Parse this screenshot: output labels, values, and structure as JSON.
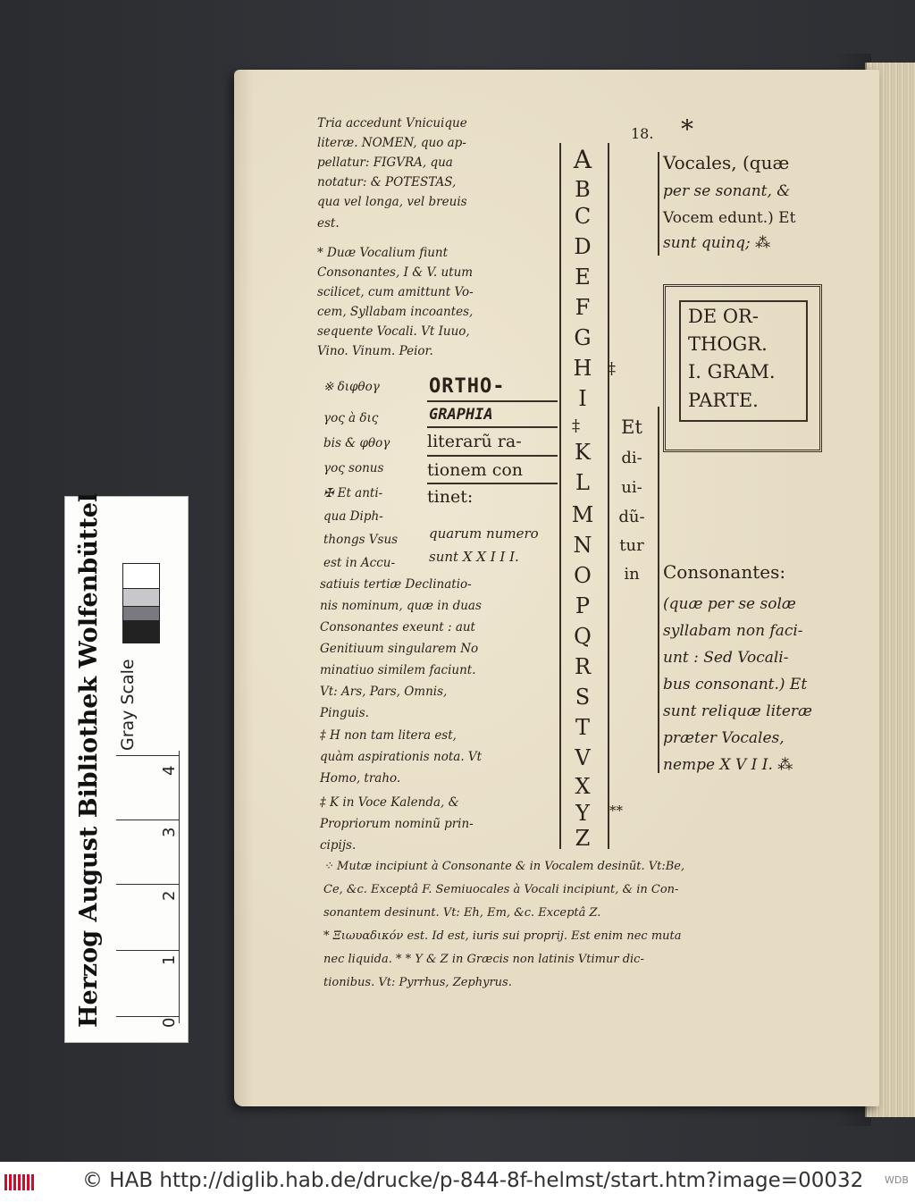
{
  "page": {
    "page_number": "18.",
    "asterisk": "*",
    "left_column": [
      "Tria accedunt Vnicuique",
      "literæ. NOMEN, quo ap-",
      "pellatur: FIGVRA, qua",
      "notatur: & POTESTAS,",
      "qua vel longa, vel breuis",
      "est.",
      "* Duæ Vocalium fiunt",
      "Consonantes, I & V. utum",
      "scilicet, cum amittunt Vo-",
      "cem, Syllabam incoantes,",
      "sequente Vocali. Vt Iuuo,",
      "Vino. Vinum. Peior."
    ],
    "ortho_greek": [
      "※ διφθογ",
      "γος à δις",
      "bis & φθογ",
      "γος sonus"
    ],
    "ortho_big": [
      "ORTHO-",
      "GRAPHIA",
      "literarũ ra-",
      "tionem con",
      "tinet:"
    ],
    "left_column_2": [
      "✠ Et anti-",
      "qua Diph-",
      "thongs Vsus",
      "est in Accu-",
      "satiuis tertiæ Declinatio-",
      "nis nominum, quæ in duas",
      "Consonantes exeunt : aut",
      "Genitiuum singularem No",
      "minatiuo similem faciunt.",
      "Vt: Ars, Pars, Omnis,",
      "Pinguis.",
      "‡ H non tam litera est,",
      "quàm aspirationis nota. Vt",
      "Homo, traho.",
      "‡ K in Voce Kalenda, &",
      "Propriorum nominũ prin-",
      "cipijs."
    ],
    "quarum": [
      "quarum numero",
      "sunt X X I I I."
    ],
    "alphabet": [
      "A",
      "B",
      "C",
      "D",
      "E",
      "F",
      "G",
      "H",
      "I",
      "K",
      "L",
      "M",
      "N",
      "O",
      "P",
      "Q",
      "R",
      "S",
      "T",
      "V",
      "X",
      "Y",
      "Z"
    ],
    "alpha_marks": {
      "I": "‡",
      "K": "‡",
      "Y": "**"
    },
    "middle": [
      "Et",
      "di-",
      "ui-",
      "dũ-",
      "tur",
      "in"
    ],
    "vocales": [
      "Vocales, (quæ",
      "per se sonant, &",
      "Vocem edunt.) Et",
      "sunt quinq; ⁂"
    ],
    "title_box": [
      "DE OR-",
      "THOGR.",
      "I. GRAM.",
      "PARTE."
    ],
    "consonantes": [
      "Consonantes:",
      "(quæ per se solæ",
      "syllabam non faci-",
      "unt : Sed Vocali-",
      "bus consonant.) Et",
      "sunt reliquæ literæ",
      "præter Vocales,",
      "nempe X V I I. ⁂"
    ],
    "bottom_notes": [
      "⁘ Mutæ incipiunt à Consonante & in Vocalem desinũt. Vt:Be,",
      "Ce, &c. Exceptâ F. Semiuocales à Vocali incipiunt, & in Con-",
      "sonantem desinunt. Vt: Eh, Em, &c. Exceptâ Z.",
      "* Ξιωυαδικόν est. Id est, iuris sui proprij. Est enim nec muta",
      "nec liquida.      * * Y & Z in Græcis non latinis Vtimur dic-",
      "tionibus. Vt: Pyrrhus, Zephyrus."
    ]
  },
  "ruler": {
    "title": "Herzog August Bibliothek Wolfenbüttel",
    "gray_label": "Gray Scale",
    "ticks": [
      "0",
      "1",
      "2",
      "3",
      "4"
    ],
    "swatches": [
      "#ffffff",
      "#c8c8cc",
      "#7a7880",
      "#222222"
    ]
  },
  "footer": {
    "text": "© HAB http://diglib.hab.de/drucke/p-844-8f-helmst/start.htm?image=00032",
    "mark": "WDB"
  },
  "colors": {
    "ink": "#2a2118",
    "paper": "#e6dcc4",
    "background": "#2c2e32"
  }
}
